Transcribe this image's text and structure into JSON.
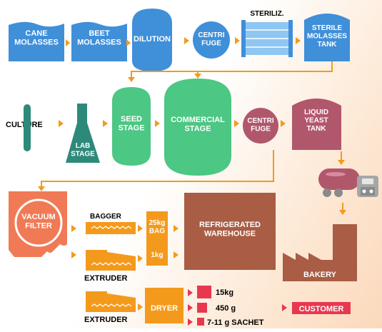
{
  "colors": {
    "blue": "#3f8fd9",
    "blue_light": "#8fc6f2",
    "green": "#4cc784",
    "teal": "#2d8a7a",
    "mauve": "#b1576c",
    "orange": "#f39a1c",
    "salmon": "#f07a55",
    "brown": "#a85d44",
    "red": "#e8384f",
    "gray": "#a6a6a6"
  },
  "row1": {
    "cane": "CANE\nMOLASSES",
    "beet": "BEET\nMOLASSES",
    "dilution": "DILUTION",
    "centrifuge": "CENTRI\nFUGE",
    "sterilizer": "STERILIZ.",
    "sterile_tank": "STERILE\nMOLASSES\nTANK"
  },
  "row2": {
    "culture": "CULTURE",
    "lab_stage": "LAB\nSTAGE",
    "seed_stage": "SEED\nSTAGE",
    "commercial_stage": "COMMERCIAL\nSTAGE",
    "centrifuge": "CENTRI\nFUGE",
    "liquid_tank": "LIQUID\nYEAST\nTANK"
  },
  "row3": {
    "vacuum_filter": "VACUUM\nFILTER",
    "bagger": "BAGGER",
    "bag_25kg": "25kg\nBAG",
    "refrigerated": "REFRIGERATED\nWAREHOUSE",
    "extruder_1": "EXTRUDER",
    "block_1kg": "1kg",
    "bakery": "BAKERY"
  },
  "row4": {
    "extruder_2": "EXTRUDER",
    "dryer": "DRYER",
    "pack_15kg": "15kg",
    "pack_450g": "450 g",
    "pack_sachet": "7-11 g SACHET",
    "customer": "CUSTOMER"
  }
}
